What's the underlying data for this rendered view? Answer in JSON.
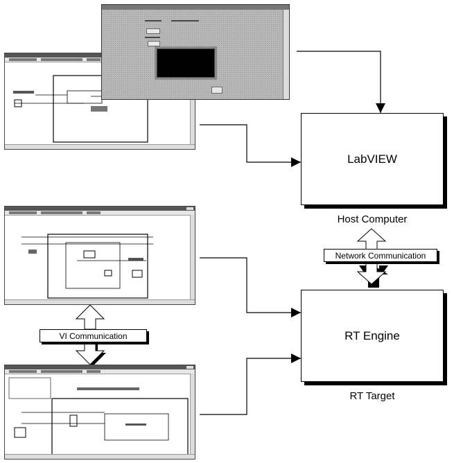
{
  "boxes": {
    "host": {
      "label": "LabVIEW",
      "caption": "Host Computer"
    },
    "target": {
      "label": "RT Engine",
      "caption": "RT Target"
    }
  },
  "connectors": {
    "network": "Network Communication",
    "vi": "VI Communication"
  },
  "icons": {
    "double_arrow": "double-headed-arrow-icon",
    "arrowhead": "arrowhead-icon"
  },
  "colors": {
    "line": "#000000",
    "window_gray": "#b8b8b8",
    "screen": "#000000"
  }
}
